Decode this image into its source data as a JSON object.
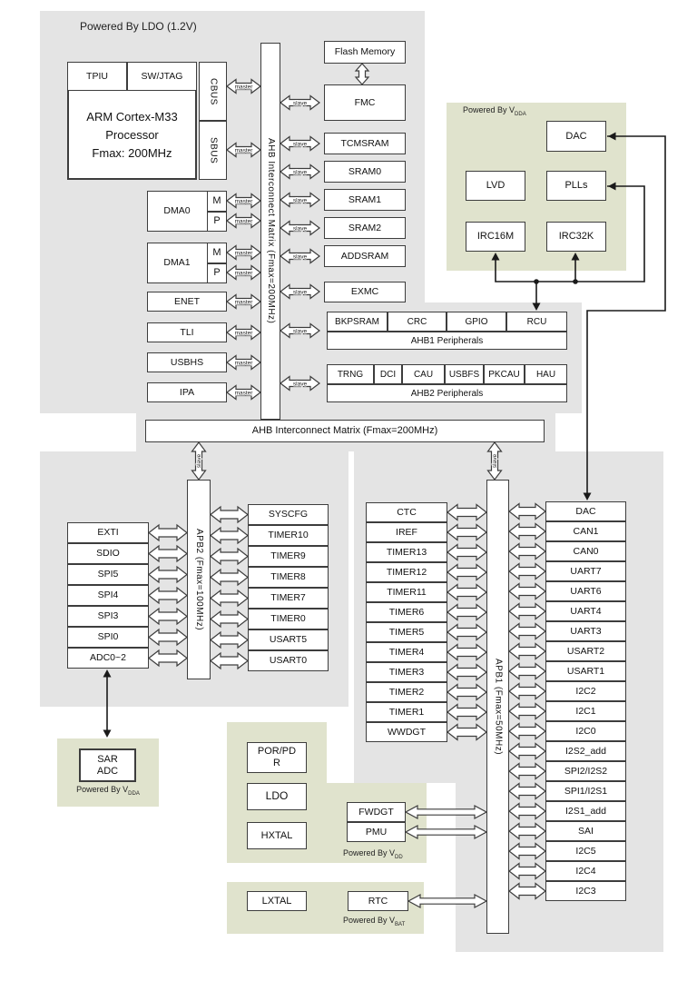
{
  "colors": {
    "background": "#ffffff",
    "panel": "#e4e4e4",
    "power_region": "#e0e3cd",
    "box_border": "#3d3d3d",
    "box_fill": "#ffffff",
    "text": "#111111",
    "line": "#1a1a1a"
  },
  "labels": {
    "master": "master",
    "slave": "slave"
  },
  "power_labels": {
    "ldo": {
      "text": "Powered By LDO (1.2V)"
    },
    "vdda_top": {
      "prefix": "Powered By V",
      "sub": "DDA"
    },
    "sar": {
      "prefix": "Powered By V",
      "sub": "DDA"
    },
    "vdd": {
      "prefix": "Powered By V",
      "sub": "DD"
    },
    "vbat": {
      "prefix": "Powered By V",
      "sub": "BAT"
    }
  },
  "processor": {
    "tpiu": "TPIU",
    "swjtag": "SW/JTAG",
    "core": [
      "ARM Cortex-M33",
      "Processor",
      "Fmax: 200MHz"
    ],
    "cbus": "CBUS",
    "sbus": "SBUS"
  },
  "masters": [
    {
      "label": "DMA0",
      "ports": [
        "M",
        "P"
      ]
    },
    {
      "label": "DMA1",
      "ports": [
        "M",
        "P"
      ]
    },
    {
      "label": "ENET"
    },
    {
      "label": "TLI"
    },
    {
      "label": "USBHS"
    },
    {
      "label": "IPA"
    }
  ],
  "memories": [
    "Flash Memory",
    "FMC",
    "TCMSRAM",
    "SRAM0",
    "SRAM1",
    "SRAM2",
    "ADDSRAM",
    "EXMC"
  ],
  "ahb1": {
    "cells": [
      "BKPSRAM",
      "CRC",
      "GPIO",
      "RCU"
    ],
    "label": "AHB1 Peripherals"
  },
  "ahb2": {
    "cells": [
      "TRNG",
      "DCI",
      "CAU",
      "USBFS",
      "PKCAU",
      "HAU"
    ],
    "label": "AHB2 Peripherals"
  },
  "buses": {
    "ahb_vertical": "AHB Interconnect Matrix (Fmax=200MHz)",
    "ahb_horizontal": "AHB Interconnect Matrix (Fmax=200MHz)",
    "apb2": "APB2  (Fmax=100MHz)",
    "apb1": "APB1  (Fmax=50MHz)"
  },
  "apb2": {
    "left": [
      "EXTI",
      "SDIO",
      "SPI5",
      "SPI4",
      "SPI3",
      "SPI0",
      "ADC0~2"
    ],
    "right": [
      "SYSCFG",
      "TIMER10",
      "TIMER9",
      "TIMER8",
      "TIMER7",
      "TIMER0",
      "USART5",
      "USART0"
    ]
  },
  "apb1": {
    "left": [
      "CTC",
      "IREF",
      "TIMER13",
      "TIMER12",
      "TIMER11",
      "TIMER6",
      "TIMER5",
      "TIMER4",
      "TIMER3",
      "TIMER2",
      "TIMER1",
      "WWDGT"
    ],
    "right": [
      "DAC",
      "CAN1",
      "CAN0",
      "UART7",
      "UART6",
      "UART4",
      "UART3",
      "USART2",
      "USART1",
      "I2C2",
      "I2C1",
      "I2C0",
      "I2S2_add",
      "SPI2/I2S2",
      "SPI1/I2S1",
      "I2S1_add",
      "SAI",
      "I2C5",
      "I2C4",
      "I2C3"
    ]
  },
  "analog": {
    "sar_adc": "SAR ADC"
  },
  "vdda_boxes": {
    "dac": "DAC",
    "lvd": "LVD",
    "plls": "PLLs",
    "irc16m": "IRC16M",
    "irc32k": "IRC32K"
  },
  "vdd_boxes": {
    "por": "POR/PDR",
    "ldo": "LDO",
    "hxtal": "HXTAL",
    "fwdgt": "FWDGT",
    "pmu": "PMU"
  },
  "vbat_boxes": {
    "lxtal": "LXTAL",
    "rtc": "RTC"
  }
}
